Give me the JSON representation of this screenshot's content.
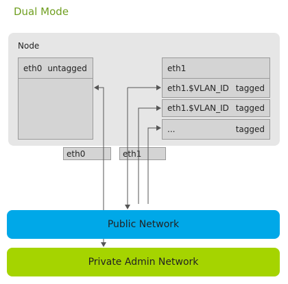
{
  "title": "Dual Mode",
  "node": {
    "label": "Node",
    "eth0_box": {
      "name": "eth0",
      "mode": "untagged"
    },
    "eth1_box": {
      "header": "eth1",
      "rows": [
        {
          "name": "eth1.$VLAN_ID",
          "mode": "tagged"
        },
        {
          "name": "eth1.$VLAN_ID",
          "mode": "tagged"
        },
        {
          "name": "...",
          "mode": "tagged"
        }
      ]
    }
  },
  "ports": {
    "eth0": "eth0",
    "eth1": "eth1"
  },
  "networks": {
    "public": "Public Network",
    "private": "Private Admin Network"
  },
  "colors": {
    "title": "#6f9e1f",
    "public_network": "#00a8e8",
    "private_network": "#a5d400",
    "node_bg": "#e6e6e6",
    "box_bg": "#d4d4d4"
  }
}
